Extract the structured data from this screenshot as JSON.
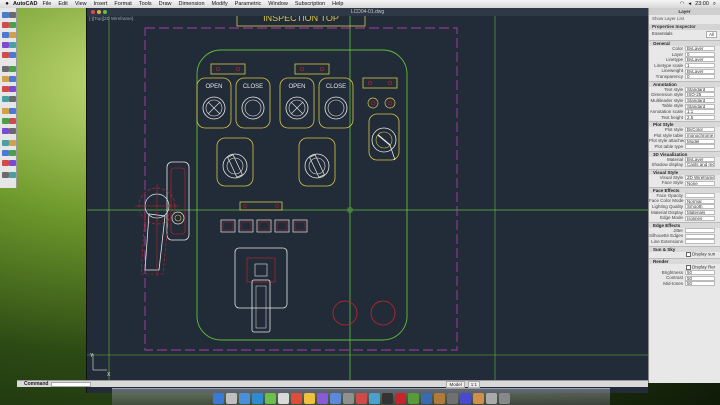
{
  "menubar": {
    "apple": "",
    "app": "AutoCAD",
    "items": [
      "File",
      "Edit",
      "View",
      "Insert",
      "Format",
      "Tools",
      "Draw",
      "Dimension",
      "Modify",
      "Parametric",
      "Window",
      "Subscription",
      "Help"
    ],
    "clock": "23:00"
  },
  "document": {
    "title": "LCD04-01.dwg",
    "view_label": "[-][Top][2D Wireframe]",
    "drawing_title": "INSPECTION TOP",
    "labels": {
      "open1": "OPEN",
      "close1": "CLOSE",
      "open2": "OPEN",
      "close2": "CLOSE"
    }
  },
  "command": {
    "label": "Command",
    "model_tab": "Model",
    "scale": "1:1"
  },
  "properties": {
    "palette_title": "Layer",
    "show_layer_list": "Show Layer List",
    "header": "Properties Inspector",
    "tab_label": "Essentials",
    "tab_value": "All",
    "sections": [
      {
        "name": "General",
        "rows": [
          {
            "k": "Color",
            "v": "ByLayer"
          },
          {
            "k": "Layer",
            "v": "0"
          },
          {
            "k": "Linetype",
            "v": "ByLayer"
          },
          {
            "k": "Linetype scale",
            "v": "1"
          },
          {
            "k": "Lineweight",
            "v": "ByLayer"
          },
          {
            "k": "Transparency",
            "v": "0"
          }
        ]
      },
      {
        "name": "Annotation",
        "rows": [
          {
            "k": "Text style",
            "v": "Standard"
          },
          {
            "k": "Dimension style",
            "v": "ISO-25"
          },
          {
            "k": "Multileader style",
            "v": "Standard"
          },
          {
            "k": "Table style",
            "v": "Standard"
          },
          {
            "k": "Annotation scale",
            "v": "1:1"
          },
          {
            "k": "Text height",
            "v": "2.5"
          }
        ]
      },
      {
        "name": "Plot Style",
        "rows": [
          {
            "k": "Plot style",
            "v": "ByColor"
          },
          {
            "k": "Plot style table",
            "v": "monochrome"
          },
          {
            "k": "Plot style attached",
            "v": "Model"
          },
          {
            "k": "Plot table type",
            "v": ""
          }
        ]
      },
      {
        "name": "3D Visualization",
        "rows": [
          {
            "k": "Material",
            "v": "ByLayer"
          },
          {
            "k": "Shadow display",
            "v": "Casts and receives"
          }
        ]
      },
      {
        "name": "Visual Style",
        "rows": [
          {
            "k": "Visual Style",
            "v": "2D Wireframe"
          },
          {
            "k": "Face Style",
            "v": "None"
          }
        ]
      },
      {
        "name": "Face Effects",
        "rows": [
          {
            "k": "Face Opacity",
            "v": ""
          },
          {
            "k": "Face Color Mode",
            "v": "Normal"
          },
          {
            "k": "Lighting Quality",
            "v": "Smooth"
          },
          {
            "k": "Material Display",
            "v": "Materials"
          },
          {
            "k": "Edge Mode",
            "v": "Isolines"
          }
        ]
      },
      {
        "name": "Edge Effects",
        "rows": [
          {
            "k": "Jitter",
            "v": ""
          },
          {
            "k": "Silhouette Edges",
            "v": ""
          },
          {
            "k": "Line Extensions",
            "v": ""
          }
        ]
      },
      {
        "name": "Sun & Sky",
        "rows": [
          {
            "k": "",
            "v": "Display sun"
          }
        ]
      },
      {
        "name": "Render",
        "rows": [
          {
            "k": "",
            "v": "Display Render"
          },
          {
            "k": "Brightness",
            "v": "50"
          },
          {
            "k": "Contrast",
            "v": "50"
          },
          {
            "k": "Mid-tones",
            "v": "50"
          }
        ]
      }
    ]
  },
  "colors": {
    "canvas": "#222b38",
    "yellow": "#d9c84a",
    "green": "#5fbf3a",
    "magenta": "#b03aa8",
    "red": "#c8242c",
    "white": "#e6e6e6"
  }
}
